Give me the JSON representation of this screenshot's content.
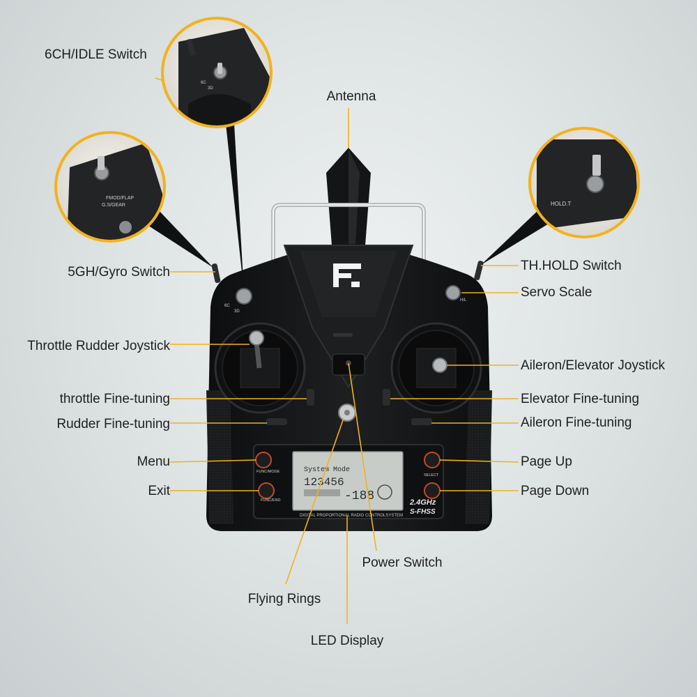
{
  "colors": {
    "callout": "#f2b21c",
    "body": "#151617",
    "background": "#dfe4e4"
  },
  "brand": {
    "logo_icon": "brand-logo-icon",
    "badge_band": "2.4GHz",
    "badge_mode": "S-FHSS",
    "strip_text": "DIGITAL PROPORTIONAL RADIO CONTROLSYSTEM"
  },
  "panel": {
    "func_mode": "FUNC/MODE",
    "func_end": "FUNC/END",
    "select": "SELECT",
    "lcd_line1": "System Mode",
    "lcd_digits": "123456",
    "lcd_digits2": "-188"
  },
  "insets": {
    "switch_6c": "6C",
    "switch_3d": "3D",
    "fmod": "FMOD/FLAP",
    "gsgear": "G.S/GEAR",
    "hold": "HOLD.T",
    "hl": "H/L"
  },
  "labels": {
    "ch6": "6CH/IDLE Switch",
    "antenna": "Antenna",
    "gyro": "5GH/Gyro Switch",
    "thhold": "TH.HOLD Switch",
    "servo": "Servo Scale",
    "throttle_stick": "Throttle Rudder Joystick",
    "aileron_stick": "Aileron/Elevator Joystick",
    "throttle_fine": "throttle Fine-tuning",
    "elevator_fine": "Elevator Fine-tuning",
    "rudder_fine": "Rudder Fine-tuning",
    "aileron_fine": "Aileron Fine-tuning",
    "menu": "Menu",
    "pageup": "Page Up",
    "exit": "Exit",
    "pagedown": "Page Down",
    "power": "Power Switch",
    "rings": "Flying Rings",
    "led": "LED Display"
  }
}
